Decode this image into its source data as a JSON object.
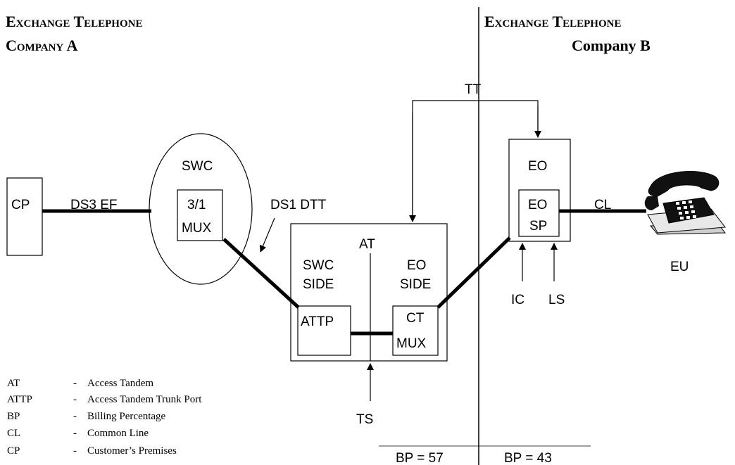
{
  "company_a": {
    "line1": "Exchange Telephone",
    "line2": "Company A"
  },
  "company_b": {
    "line1": "Exchange Telephone",
    "line2": "Company B"
  },
  "labels": {
    "cp": "CP",
    "ds3": "DS3 EF",
    "swc": "SWC",
    "mux1": "3/1",
    "mux2": "MUX",
    "ds1": "DS1 DTT",
    "tt": "TT",
    "at": "AT",
    "swc_side1": "SWC",
    "swc_side2": "SIDE",
    "eo_side1": "EO",
    "eo_side2": "SIDE",
    "attp": "ATTP",
    "ct": "CT",
    "ctmux": "MUX",
    "ts": "TS",
    "eo": "EO",
    "eosp1": "EO",
    "eosp2": "SP",
    "cl": "CL",
    "eu": "EU",
    "ic": "IC",
    "ls": "LS",
    "bp_a": "BP = 57",
    "bp_b": "BP = 43"
  },
  "legend": [
    {
      "abbr": "AT",
      "def": "Access Tandem"
    },
    {
      "abbr": "ATTP",
      "def": "Access Tandem Trunk Port"
    },
    {
      "abbr": "BP",
      "def": "Billing Percentage"
    },
    {
      "abbr": "CL",
      "def": "Common Line"
    },
    {
      "abbr": "CP",
      "def": "Customer’s Premises"
    }
  ],
  "icons": {
    "telephone": "telephone-icon"
  }
}
